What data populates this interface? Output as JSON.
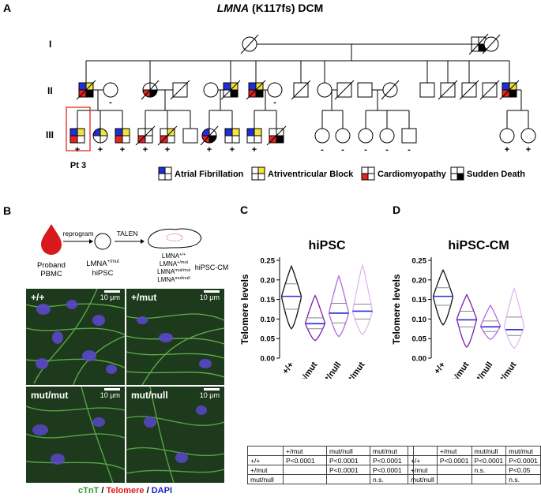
{
  "panel_a": {
    "letter": "A",
    "title_gene": "LMNA",
    "title_rest": " (K117fs) DCM",
    "generations": [
      "I",
      "II",
      "III"
    ],
    "proband_label": "Pt 3",
    "gen2_marks": [
      "-",
      "-"
    ],
    "gen3_marks": [
      "+",
      "+",
      "+",
      "+",
      "+",
      "+",
      "+",
      "+",
      "-",
      "-",
      "-",
      "-",
      "-",
      "+",
      "+"
    ],
    "legend": [
      {
        "label": "Atrial Fibrillation",
        "color": "#1f2fd8",
        "quadrant": "tl"
      },
      {
        "label": "Atriventricular Block",
        "color": "#f2e53a",
        "quadrant": "tr"
      },
      {
        "label": "Cardiomyopathy",
        "color": "#e8231f",
        "quadrant": "bl"
      },
      {
        "label": "Sudden Death",
        "color": "#000000",
        "quadrant": "br"
      }
    ]
  },
  "panel_b": {
    "letter": "B",
    "reprogram": "reprogram",
    "talen": "TALEN",
    "proband": "Proband",
    "pbmc": "PBMC",
    "lmna_mut": "LMNA",
    "lmna_mut_sup": "+/mut",
    "hipsc": "hiPSC",
    "dish_lines": [
      {
        "base": "LMNA",
        "sup": "+/+"
      },
      {
        "base": "LMNA",
        "sup": "+/mut"
      },
      {
        "base": "LMNA",
        "sup": "mut/mut"
      },
      {
        "base": "LMNA",
        "sup": "mut/null"
      }
    ],
    "hipsc_cm": "hiPSC-CM",
    "scale": "10 μm",
    "images": [
      "+/+",
      "+/mut",
      "mut/mut",
      "mut/null"
    ],
    "stain_ctnt": "cTnT",
    "stain_sep": " / ",
    "stain_telomere": "Telomere",
    "stain_dapi": "DAPI"
  },
  "chart_data": [
    {
      "panel": "C",
      "type": "violin",
      "title": "hiPSC",
      "ylabel": "Telomere levels",
      "ylim": [
        0.0,
        0.25
      ],
      "yticks": [
        "0.00",
        "0.05",
        "0.10",
        "0.15",
        "0.20",
        "0.25"
      ],
      "series": [
        {
          "name": "+/+",
          "color": "#111111",
          "min": 0.075,
          "max": 0.235,
          "q1": 0.125,
          "median": 0.158,
          "q3": 0.19
        },
        {
          "name": "+/mut",
          "color": "#7a1fb0",
          "min": 0.045,
          "max": 0.16,
          "q1": 0.075,
          "median": 0.088,
          "q3": 0.103
        },
        {
          "name": "mut/null",
          "color": "#b46ae0",
          "min": 0.055,
          "max": 0.21,
          "q1": 0.09,
          "median": 0.115,
          "q3": 0.14
        },
        {
          "name": "mut/mut",
          "color": "#e0b8f0",
          "min": 0.06,
          "max": 0.238,
          "q1": 0.1,
          "median": 0.12,
          "q3": 0.138
        }
      ],
      "stats": {
        "header": [
          "",
          "+/mut",
          "mut/null",
          "mut/mut"
        ],
        "rows": [
          [
            "+/+",
            "P<0.0001",
            "P<0.0001",
            "P<0.0001"
          ],
          [
            "+/mut",
            "",
            "P<0.0001",
            "P<0.0001"
          ],
          [
            "mut/null",
            "",
            "",
            "n.s."
          ]
        ]
      }
    },
    {
      "panel": "D",
      "type": "violin",
      "title": "hiPSC-CM",
      "ylabel": "Telomere levels",
      "ylim": [
        0.0,
        0.25
      ],
      "yticks": [
        "0.00",
        "0.05",
        "0.10",
        "0.15",
        "0.20",
        "0.25"
      ],
      "series": [
        {
          "name": "+/+",
          "color": "#111111",
          "min": 0.085,
          "max": 0.225,
          "q1": 0.135,
          "median": 0.158,
          "q3": 0.18
        },
        {
          "name": "+/mut",
          "color": "#7a1fb0",
          "min": 0.028,
          "max": 0.162,
          "q1": 0.08,
          "median": 0.098,
          "q3": 0.12
        },
        {
          "name": "mut/null",
          "color": "#b46ae0",
          "min": 0.048,
          "max": 0.135,
          "q1": 0.068,
          "median": 0.08,
          "q3": 0.095
        },
        {
          "name": "mut/mut",
          "color": "#e0b8f0",
          "min": 0.025,
          "max": 0.178,
          "q1": 0.058,
          "median": 0.073,
          "q3": 0.105
        }
      ],
      "stats": {
        "header": [
          "",
          "+/mut",
          "mut/null",
          "mut/mut"
        ],
        "rows": [
          [
            "+/+",
            "P<0.0001",
            "P<0.0001",
            "P<0.0001"
          ],
          [
            "+/mut",
            "",
            "n.s.",
            "P<0.05"
          ],
          [
            "mut/null",
            "",
            "",
            "n.s."
          ]
        ]
      }
    }
  ]
}
